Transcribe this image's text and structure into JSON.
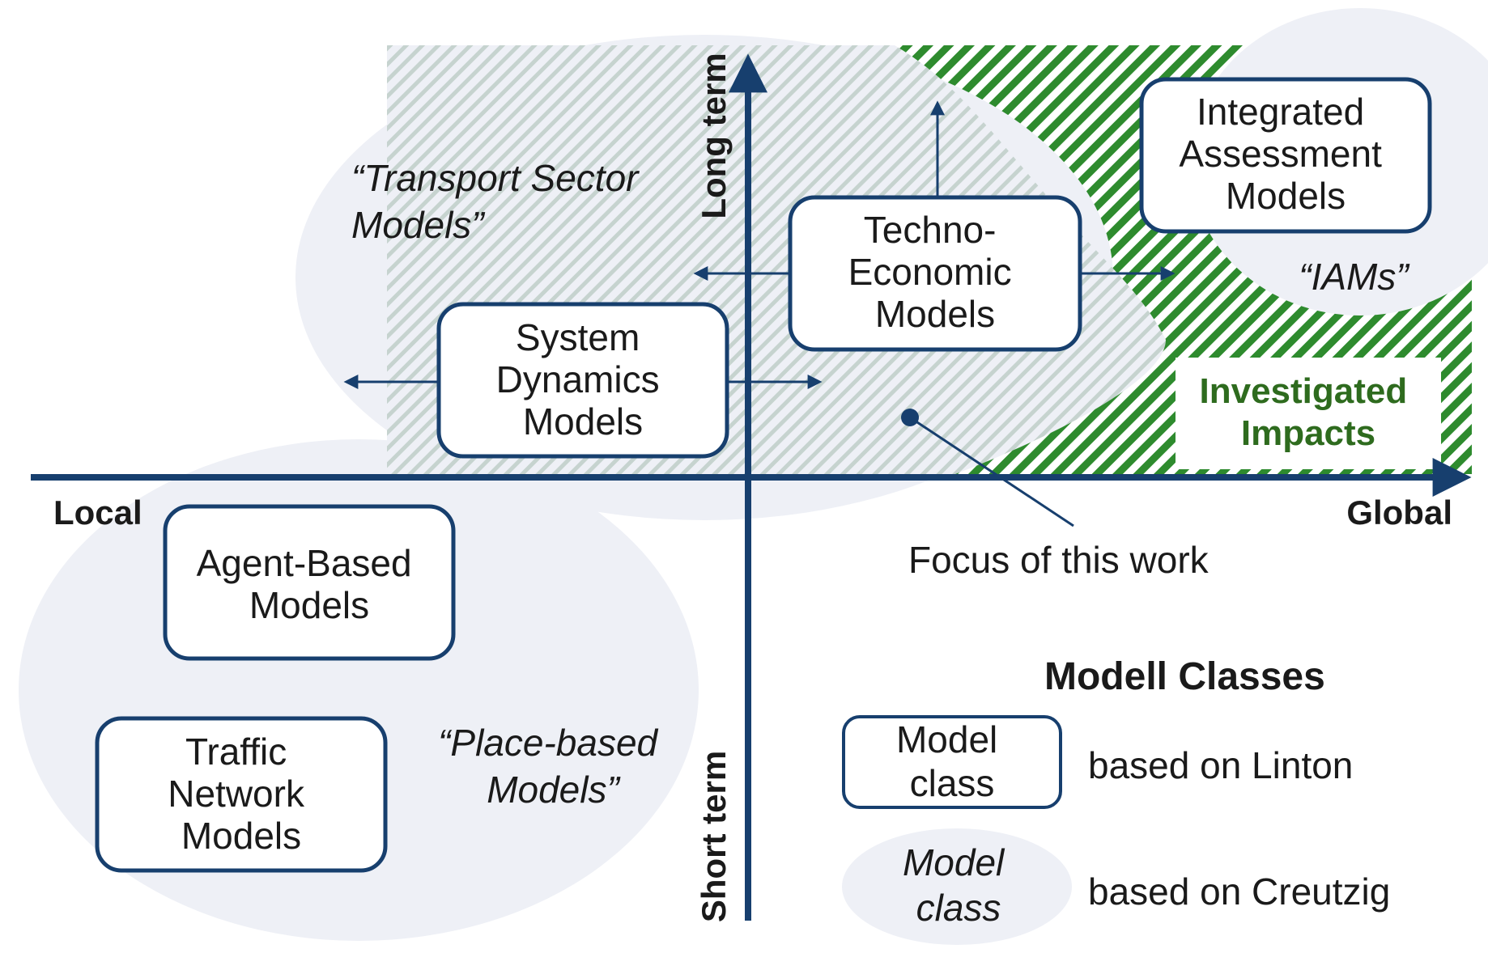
{
  "colors": {
    "axis": "#173f6e",
    "box_stroke": "#173f6e",
    "ellipse_fill": "#eef0f6",
    "impacts_hatch": "#2e8b2e",
    "impacts_text": "#2e6b1e",
    "focus_hatch": "#c6d3cf"
  },
  "axes": {
    "left": "Local",
    "right": "Global",
    "top": "Long term",
    "bottom": "Short term"
  },
  "ellipses": {
    "transport": [
      "“Transport Sector",
      "Models”"
    ],
    "place_based": [
      "“Place-based",
      "Models”"
    ],
    "iams": [
      "“IAMs”"
    ]
  },
  "boxes": {
    "integrated_assessment": [
      "Integrated",
      "Assessment",
      "Models"
    ],
    "techno_economic": [
      "Techno-",
      "Economic",
      "Models"
    ],
    "system_dynamics": [
      "System",
      "Dynamics",
      "Models"
    ],
    "agent_based": [
      "Agent-Based",
      "Models"
    ],
    "traffic_network": [
      "Traffic",
      "Network",
      "Models"
    ]
  },
  "impacts": [
    "Investigated",
    "Impacts"
  ],
  "focus": "Focus of this work",
  "legend": {
    "title": "Modell Classes",
    "box_sample": [
      "Model",
      "class"
    ],
    "box_text": "based on Linton",
    "ellipse_sample": [
      "Model",
      "class"
    ],
    "ellipse_text": "based on Creutzig"
  }
}
